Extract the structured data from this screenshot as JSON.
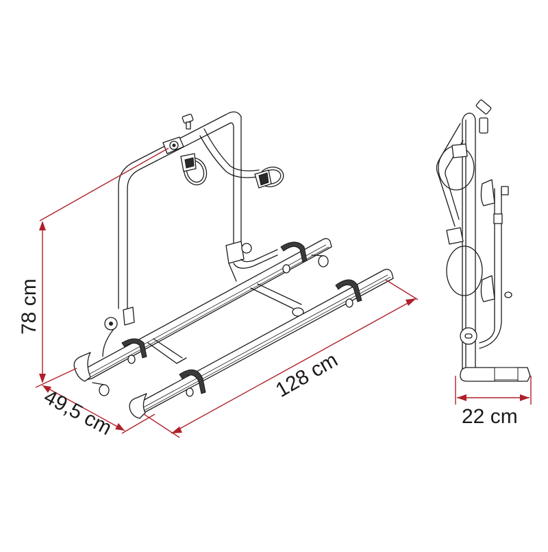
{
  "diagram": {
    "subject": "Bike carrier rack technical drawing",
    "views": [
      {
        "name": "perspective-view",
        "description": "Isometric view of folding bike rack with two wheel rails and frame holders"
      },
      {
        "name": "side-view",
        "description": "Side profile of folded bike rack"
      }
    ],
    "dimensions": {
      "height": {
        "label": "78 cm",
        "value": 78,
        "unit": "cm"
      },
      "depth": {
        "label": "49,5 cm",
        "value": 49.5,
        "unit": "cm"
      },
      "length": {
        "label": "128 cm",
        "value": 128,
        "unit": "cm"
      },
      "folded_depth": {
        "label": "22 cm",
        "value": 22,
        "unit": "cm"
      }
    },
    "colors": {
      "dimension_lines": "#b0202a",
      "drawing_lines": "#1a1a1a",
      "background": "#ffffff",
      "text": "#1a1a1a"
    }
  }
}
